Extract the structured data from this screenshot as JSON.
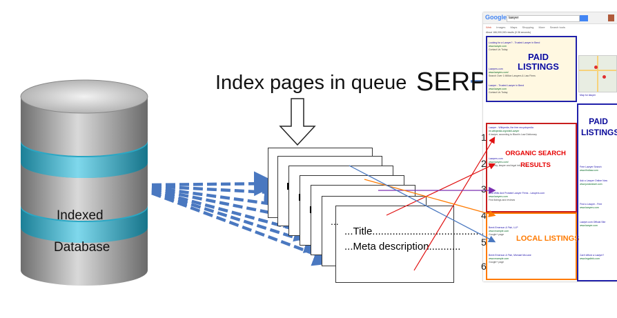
{
  "labels": {
    "queue_title": "Index pages in queue",
    "serp": "SERP",
    "db_line1": "Indexed",
    "db_line2": "Database",
    "page_title": "...Title.......................................",
    "page_meta": "...Meta  description...........",
    "page_top": "...",
    "page_i": "I"
  },
  "positions": [
    "1",
    "2",
    "3",
    "4",
    "5",
    "6"
  ],
  "serp": {
    "search_query": "lawyer",
    "google": "Google",
    "tabs": [
      "Web",
      "Images",
      "Maps",
      "Shopping",
      "More",
      "Search tools"
    ],
    "results_count": "About 166,000,000 results (0.36 seconds)",
    "paid_top_label": "PAID LISTINGS",
    "paid_side_label": "PAID LISTINGS",
    "organic_label": "ORGANIC SEARCH RESULTS",
    "local_label": "LOCAL LISTINGS",
    "ads_top": [
      {
        "title": "Looking for a Lawyer? - Trusted Lawyer in Bend",
        "url": "www.lawyer.com",
        "desc": "Contact Us Today"
      },
      {
        "title": "Lawyers.com",
        "url": "www.lawyers.com/",
        "desc": "Search Over 1 Million Lawyers & Law Firms"
      },
      {
        "title": "Lawyer - Trusted Lawyer in Bend",
        "url": "www.lawyer.com",
        "desc": "Contact Us Today"
      }
    ],
    "organic": [
      {
        "title": "Lawyer - Wikipedia, the free encyclopedia",
        "url": "en.wikipedia.org/wiki/Lawyer",
        "desc": "A lawyer, according to Black's Law Dictionary"
      },
      {
        "title": "Lawyers.com",
        "url": "www.lawyers.com/",
        "desc": "Attorney, lawyer and legal information"
      },
      {
        "title": "Find Wills And Probate Lawyer Firms - Lawyers.com",
        "url": "www.lawyers.com",
        "desc": "Find listings and reviews"
      }
    ],
    "local": [
      {
        "title": "Brent Emerson & Fish, LLP",
        "url": "www.example.com",
        "desc": "Google+ page"
      },
      {
        "title": "Brent Emerson & Fish, Michael McLane",
        "url": "www.example.com",
        "desc": "Google+ page"
      }
    ],
    "side_ads": [
      {
        "title": "Free Lawyer Search",
        "url": "www.findlaw.com"
      },
      {
        "title": "Ask a Lawyer Online Now",
        "url": "www.justanswer.com"
      },
      {
        "title": "Find a Lawyer - Free",
        "url": "www.lawyers.com"
      },
      {
        "title": "Lawyer.com Official Site",
        "url": "www.lawyer.com"
      },
      {
        "title": "Can't Afford a Lawyer?",
        "url": "www.legalinfo.com"
      }
    ],
    "map_link": "Map for lawyer"
  },
  "colors": {
    "db_gray": "#8a8a8a",
    "db_teal": "#2aa7c4",
    "arrow_blue": "#4a78c0",
    "paid_border": "#1f1faa",
    "organic_border": "#c81e1e",
    "local_border": "#ff7a00"
  }
}
